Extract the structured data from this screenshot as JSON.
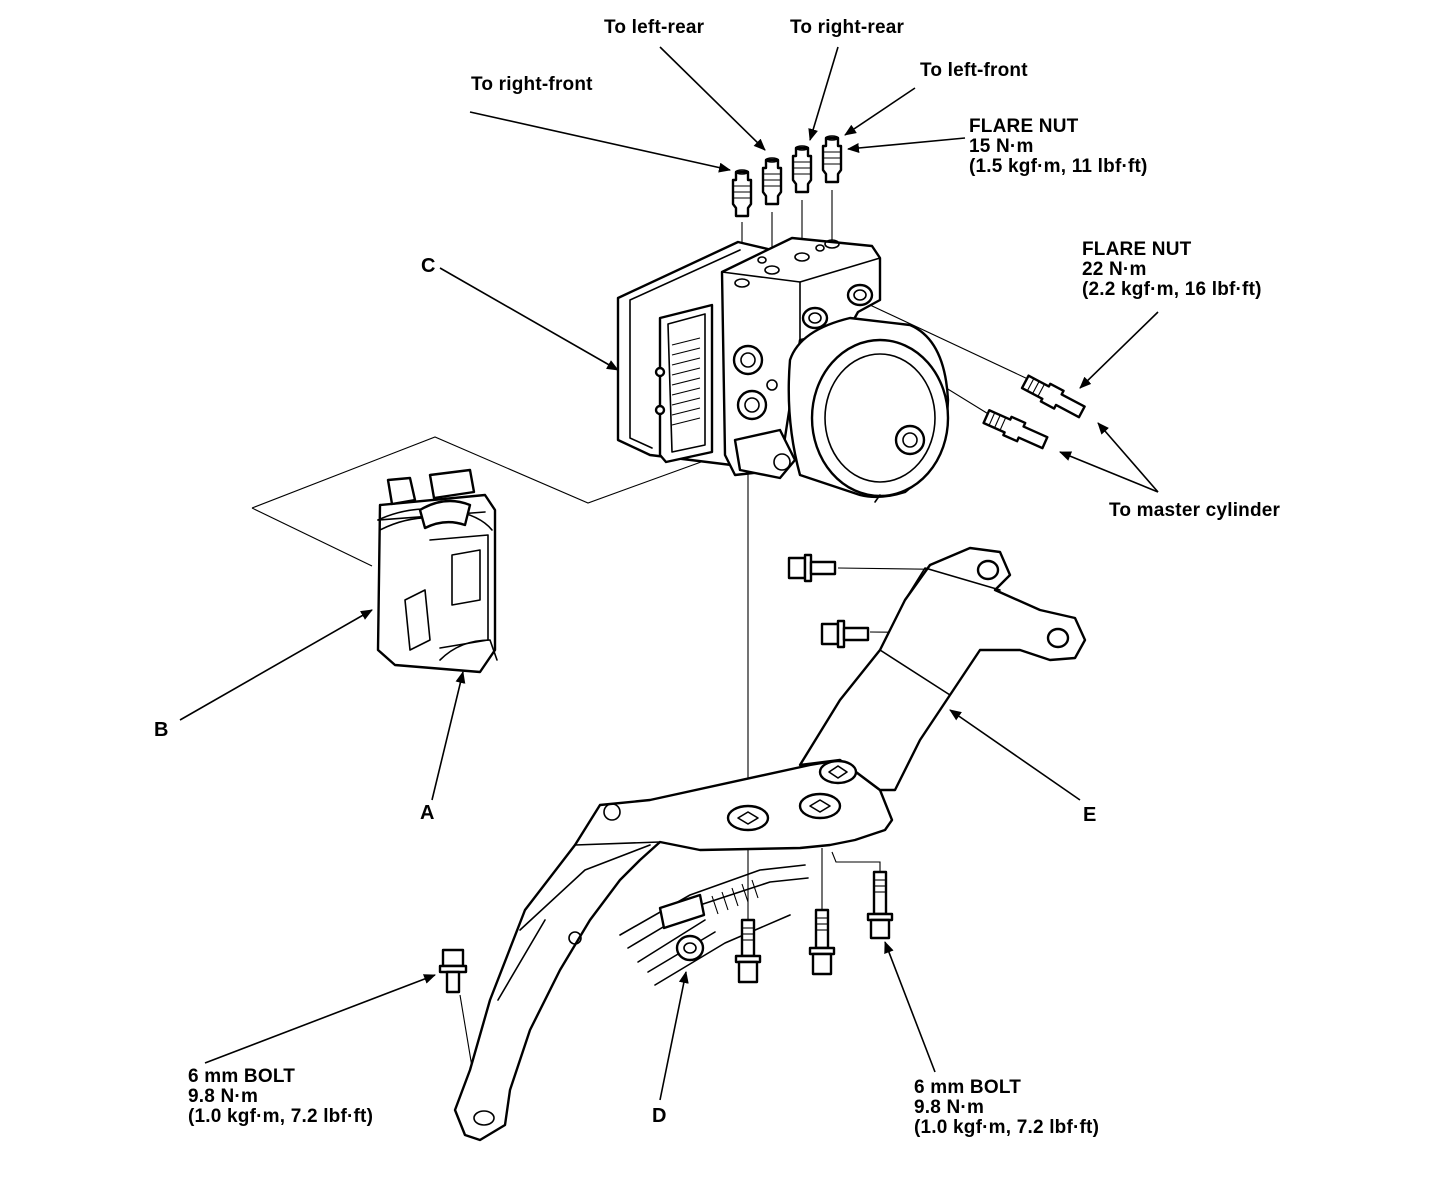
{
  "labels": {
    "to_left_rear": "To left-rear",
    "to_right_rear": "To right-rear",
    "to_right_front": "To right-front",
    "to_left_front": "To left-front",
    "flare_nut_1": {
      "title": "FLARE NUT",
      "torque": "15 N·m",
      "torque_alt": "(1.5 kgf·m, 11 lbf·ft)"
    },
    "flare_nut_2": {
      "title": "FLARE NUT",
      "torque": "22 N·m",
      "torque_alt": "(2.2 kgf·m, 16 lbf·ft)"
    },
    "to_master_cylinder": "To master cylinder",
    "bolt_left": {
      "title": "6 mm BOLT",
      "torque": "9.8 N·m",
      "torque_alt": "(1.0 kgf·m, 7.2 lbf·ft)"
    },
    "bolt_right": {
      "title": "6 mm BOLT",
      "torque": "9.8 N·m",
      "torque_alt": "(1.0 kgf·m, 7.2 lbf·ft)"
    },
    "part_a": "A",
    "part_b": "B",
    "part_c": "C",
    "part_d": "D",
    "part_e": "E"
  }
}
